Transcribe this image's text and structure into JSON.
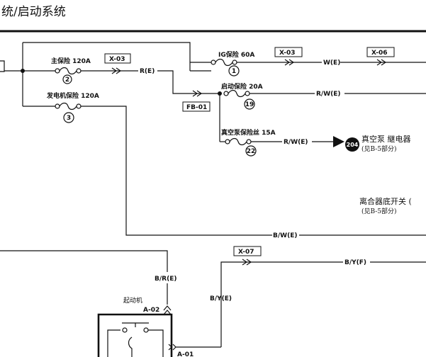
{
  "title": "统/启动系统",
  "fuses": [
    {
      "label": "主保险 120A",
      "number": "2"
    },
    {
      "label": "发电机保险 120A",
      "number": "3"
    },
    {
      "label": "IG保险 60A",
      "number": "1"
    },
    {
      "label": "启动保险 20A",
      "number": "19"
    },
    {
      "label": "真空泵保险丝 15A",
      "number": "22"
    }
  ],
  "connectors": {
    "x03_a": "X-03",
    "x03_b": "X-03",
    "x06": "X-06",
    "fb01": "FB-01",
    "x07": "X-07"
  },
  "wires": {
    "r_e": "R(E)",
    "w_e": "W(E)",
    "rw_e_1": "R/W(E)",
    "rw_e_2": "R/W(E)",
    "bw_e": "B/W(E)",
    "br_e": "B/R(E)",
    "by_e": "B/Y(E)",
    "by_f": "B/Y(F)"
  },
  "references": {
    "ref_204": "204",
    "vacuum_text": "真空泵 継电器",
    "vacuum_sub": "(见B-5部分)",
    "clutch_text": "离合器底开关 (",
    "clutch_sub": "(见B-5部分)"
  },
  "starter": {
    "label": "起动机",
    "pin_a02": "A-02",
    "pin_a01": "A-01"
  }
}
